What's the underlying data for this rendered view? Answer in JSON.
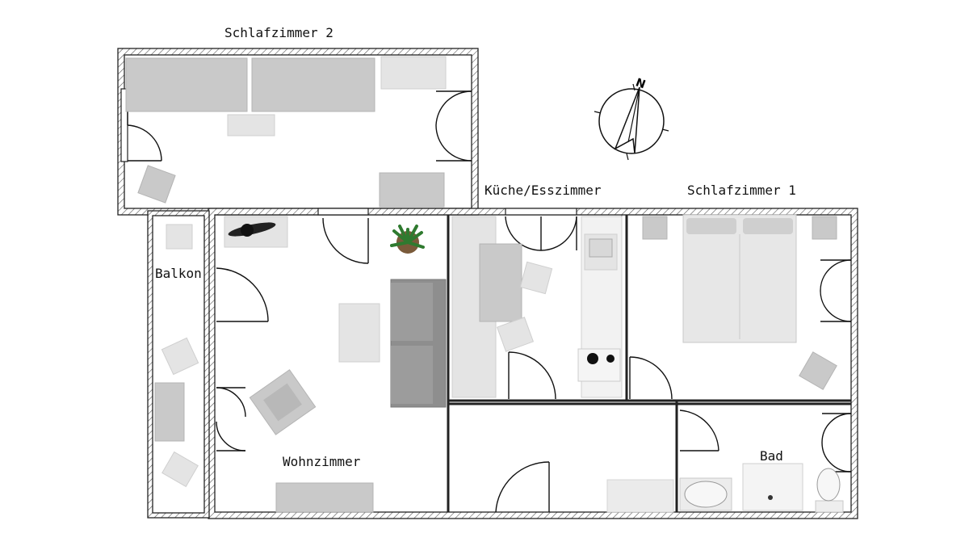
{
  "floorplan": {
    "rooms": {
      "schlafzimmer_2": "Schlafzimmer 2",
      "kueche": "Küche/Esszimmer",
      "schlafzimmer_1": "Schlafzimmer 1",
      "balkon": "Balkon",
      "wohnzimmer": "Wohnzimmer",
      "bad": "Bad"
    },
    "compass": {
      "north_label": "N"
    }
  }
}
